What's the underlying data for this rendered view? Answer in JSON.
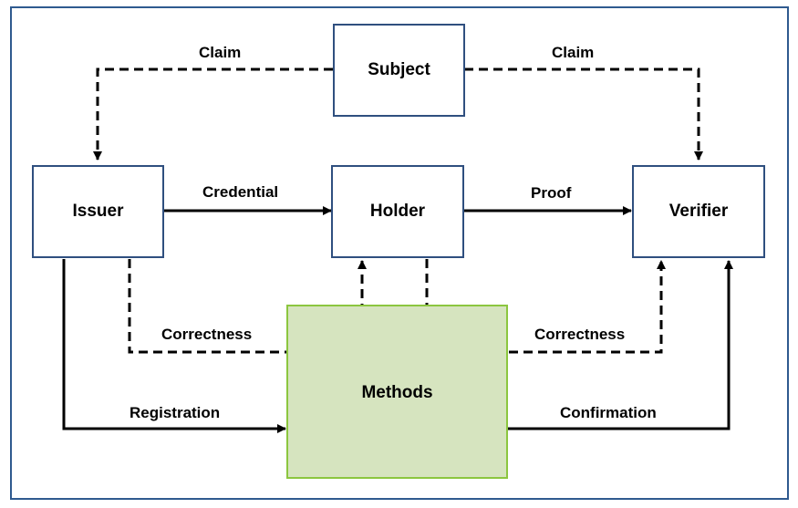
{
  "colors": {
    "frame_border": "#2f5a8f",
    "node_border": "#2f4f7f",
    "methods_fill": "#d6e4bf",
    "methods_border": "#8cc63f",
    "line": "#000000"
  },
  "nodes": {
    "subject": "Subject",
    "issuer": "Issuer",
    "holder": "Holder",
    "verifier": "Verifier",
    "methods": "Methods"
  },
  "edges": {
    "claim_left": "Claim",
    "claim_right": "Claim",
    "credential": "Credential",
    "proof": "Proof",
    "correctness_left": "Correctness",
    "correctness_right": "Correctness",
    "registration": "Registration",
    "confirmation": "Confirmation"
  }
}
